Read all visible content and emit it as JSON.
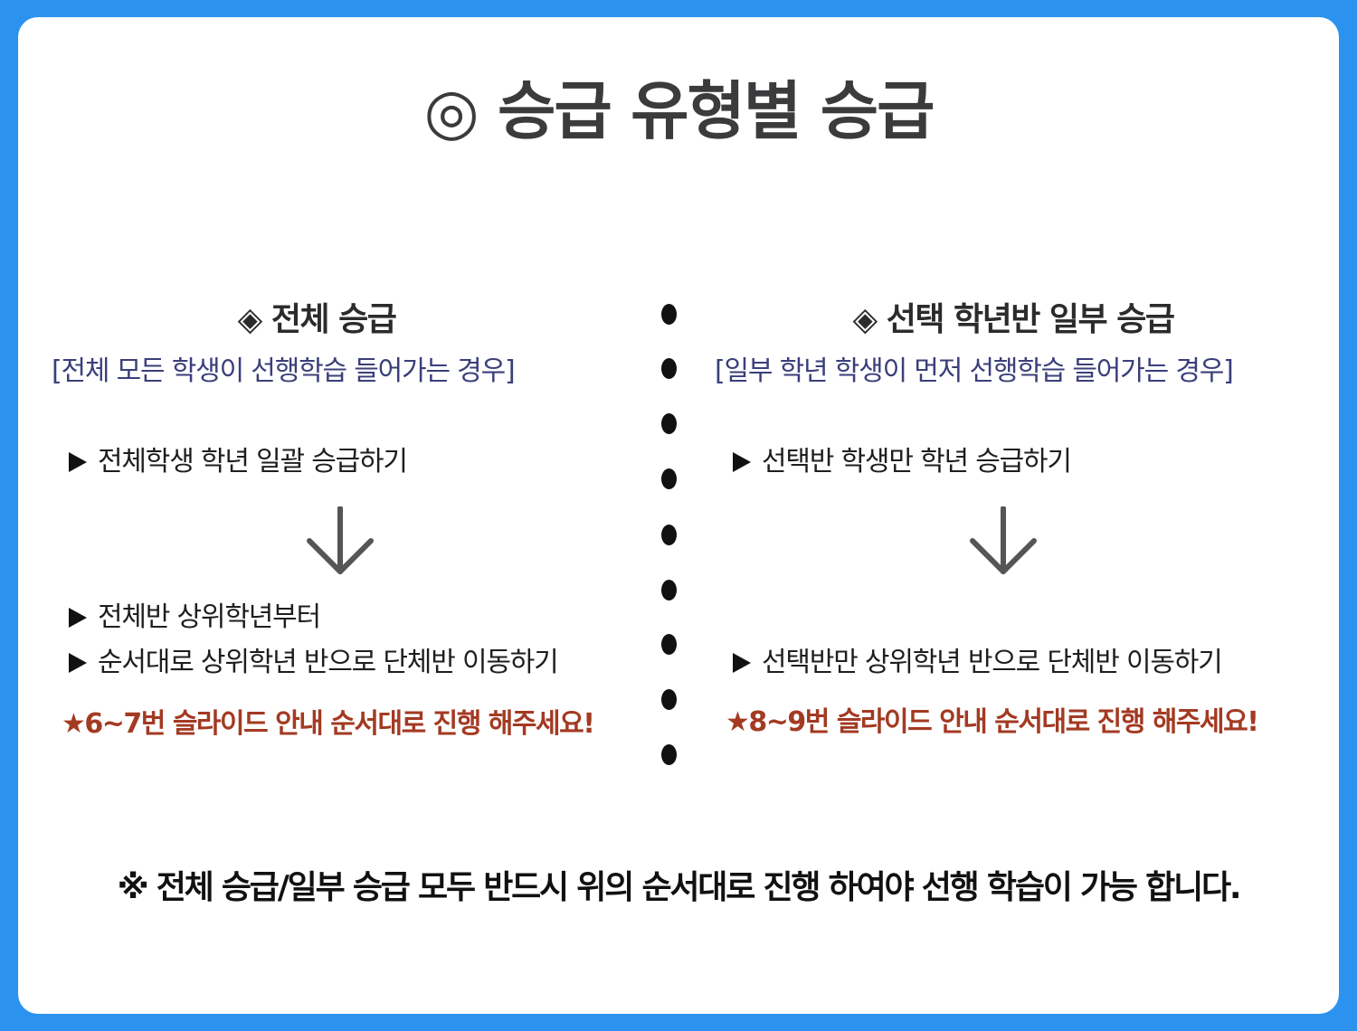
{
  "title": "◎ 승급 유형별 승급",
  "left": {
    "heading": "◈ 전체 승급",
    "subtitle": "[전체 모든 학생이 선행학습 들어가는 경우]",
    "step1": "전체학생 학년 일괄 승급하기",
    "step2_line1": "전체반 상위학년부터",
    "step2_line2": "순서대로 상위학년 반으로  단체반 이동하기",
    "note": "★6~7번 슬라이드 안내 순서대로 진행 해주세요!"
  },
  "right": {
    "heading": "◈ 선택 학년반 일부 승급",
    "subtitle": "[일부 학년 학생이 먼저 선행학습 들어가는 경우]",
    "step1": "선택반 학생만 학년 승급하기",
    "step2_line1": "선택반만 상위학년 반으로  단체반 이동하기",
    "note": "★8~9번 슬라이드 안내 순서대로 진행 해주세요!"
  },
  "footer": "※ 전체 승급/일부 승급 모두 반드시 위의 순서대로 진행 하여야 선행 학습이 가능 합니다.",
  "colors": {
    "background": "#2b93ef",
    "card": "#ffffff",
    "subtitle": "#3a3f7a",
    "note": "#a33a22",
    "arrow": "#555555"
  },
  "icons": {
    "step_bullet": "right-triangle-icon",
    "flow_arrow": "arrow-down-icon",
    "divider": "dotted-divider"
  }
}
